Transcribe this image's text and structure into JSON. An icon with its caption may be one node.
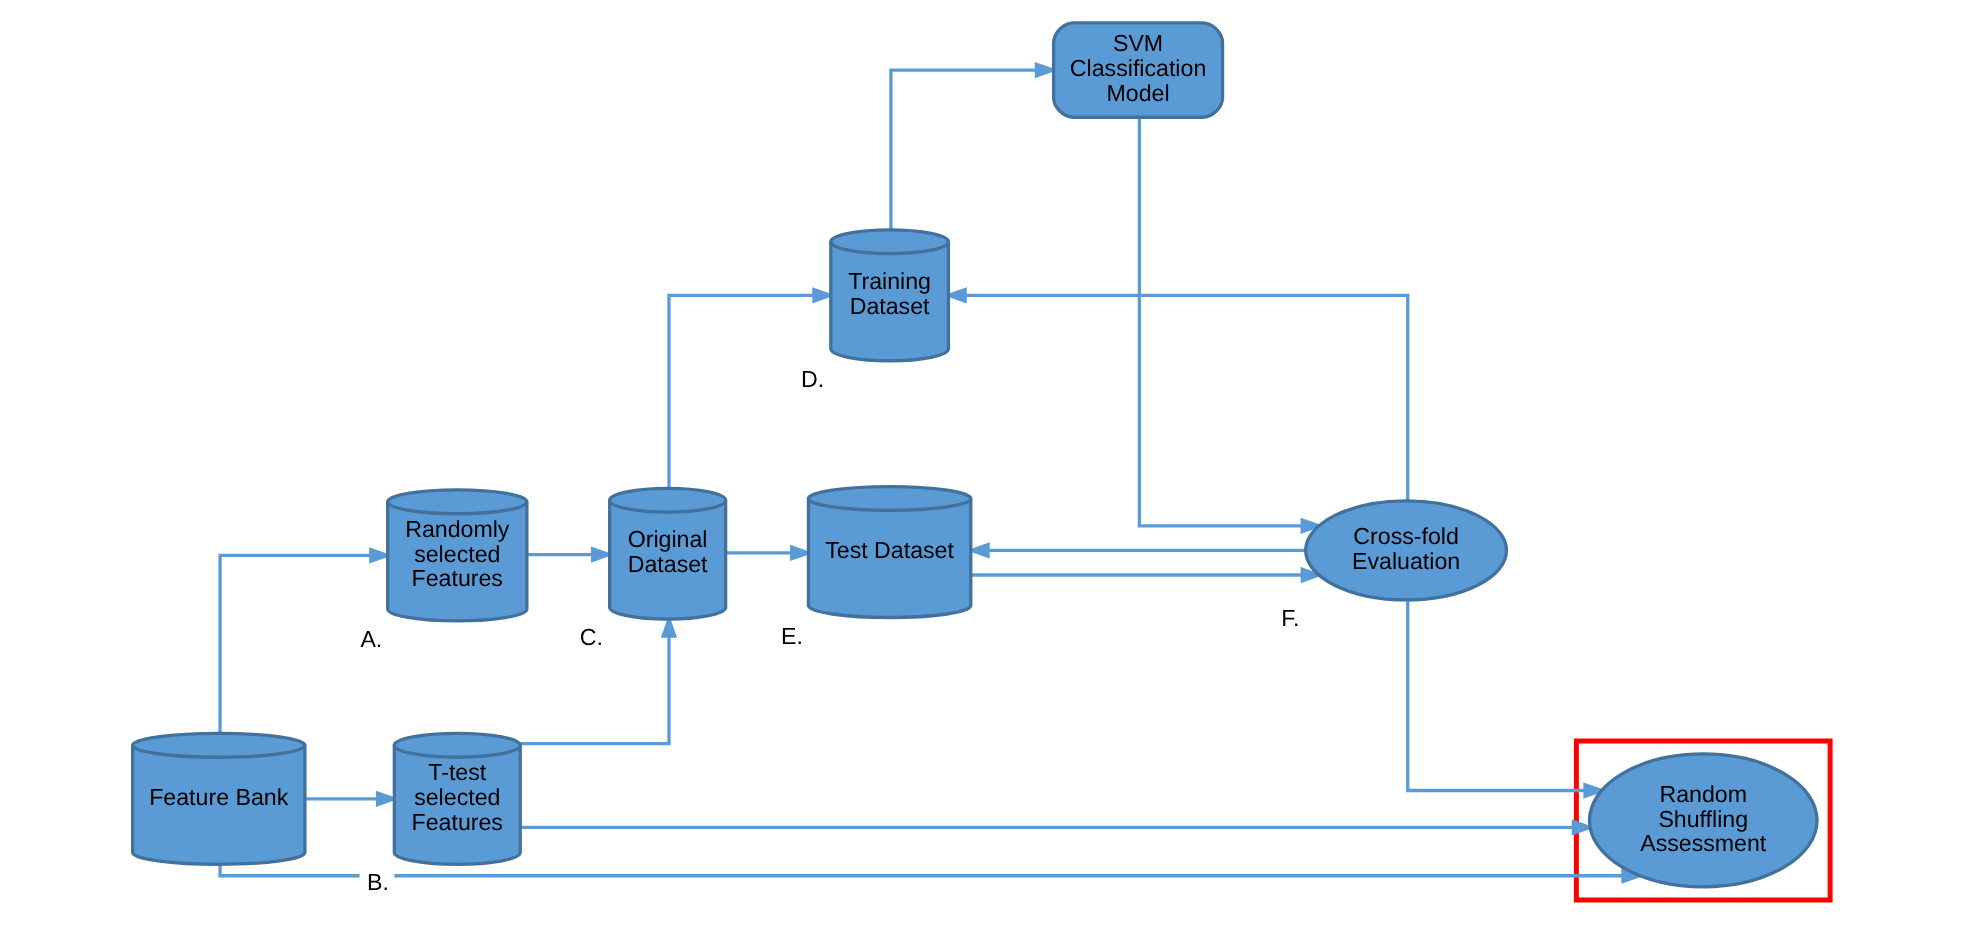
{
  "diagram": {
    "nodes": [
      {
        "text": [
          "Feature Bank"
        ]
      },
      {
        "text": [
          "Randomly selected Features"
        ],
        "beside": [
          "A."
        ]
      },
      {
        "text": [
          "T-test selected Features"
        ],
        "beside": [
          "B."
        ]
      },
      {
        "text": [
          "Original Dataset"
        ],
        "beside": [
          "C."
        ]
      },
      {
        "text": [
          "Training Dataset"
        ],
        "beside": [
          "D."
        ]
      },
      {
        "text": [
          "SVM Classification Model"
        ]
      },
      {
        "text": [
          "Test Dataset"
        ],
        "beside": [
          "E."
        ]
      },
      {
        "text": [
          "Cross-fold Evaluation"
        ],
        "beside": [
          "F."
        ]
      },
      {
        "text": [],
        "shape": "box"
      },
      {
        "text": [
          "Random Shuffling Assessment"
        ],
        "in": 8
      }
    ],
    "edges": [
      {
        "from": 0,
        "to": 1,
        "arrow": "to"
      },
      {
        "from": 0,
        "to": 2,
        "arrow": "to"
      },
      {
        "from": 0,
        "to": 9,
        "arrow": "to"
      },
      {
        "from": 1,
        "to": 3,
        "arrow": "to"
      },
      {
        "from": 2,
        "to": 3,
        "arrow": "to"
      },
      {
        "from": 2,
        "to": 9,
        "arrow": "to"
      },
      {
        "from": 3,
        "to": 4,
        "arrow": "to"
      },
      {
        "from": 3,
        "to": 6,
        "arrow": "to"
      },
      {
        "from": 4,
        "to": 5,
        "arrow": "to"
      },
      {
        "from": 5,
        "to": 7,
        "arrow": "to"
      },
      {
        "from": 6,
        "to": 7,
        "arrow": "to"
      },
      {
        "from": 7,
        "to": 4,
        "arrow": "to"
      },
      {
        "from": 7,
        "to": 6,
        "arrow": "to"
      },
      {
        "from": 7,
        "to": 9,
        "arrow": "to"
      }
    ]
  }
}
